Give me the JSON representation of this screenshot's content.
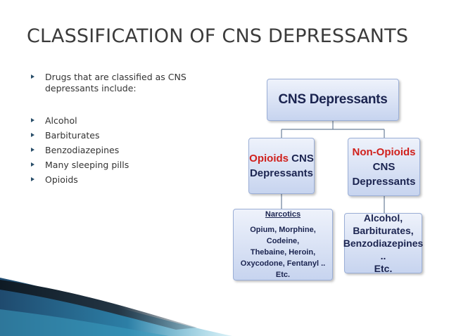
{
  "title": "CLASSIFICATION OF CNS DEPRESSANTS",
  "bullets": {
    "intro": "Drugs that are classified as CNS depressants include:",
    "items": [
      "Alcohol",
      "Barbiturates",
      "Benzodiazepines",
      "Many sleeping pills",
      "Opioids"
    ]
  },
  "diagram": {
    "root": "CNS Depressants",
    "opioids": {
      "highlight": "Opioids",
      "rest_line1": " CNS",
      "line2": "Depressants"
    },
    "non_opioids": {
      "highlight": "Non-Opioids",
      "line2": "CNS",
      "line3": "Depressants"
    },
    "narcotics": {
      "heading": "Narcotics",
      "lines": [
        "Opium, Morphine, Codeine,",
        "Thebaine, Heroin,",
        "Oxycodone,  Fentanyl .. Etc."
      ]
    },
    "others": {
      "lines": [
        "Alcohol,",
        "Barbiturates,",
        "Benzodiazepines ..",
        "Etc."
      ]
    }
  },
  "colors": {
    "title": "#3b3b3b",
    "box_text": "#1b2450",
    "highlight": "#d0201c",
    "box_border": "#9aaed6",
    "swoosh_dark": "#1f4a6e",
    "swoosh_light": "#3fa9c9"
  }
}
